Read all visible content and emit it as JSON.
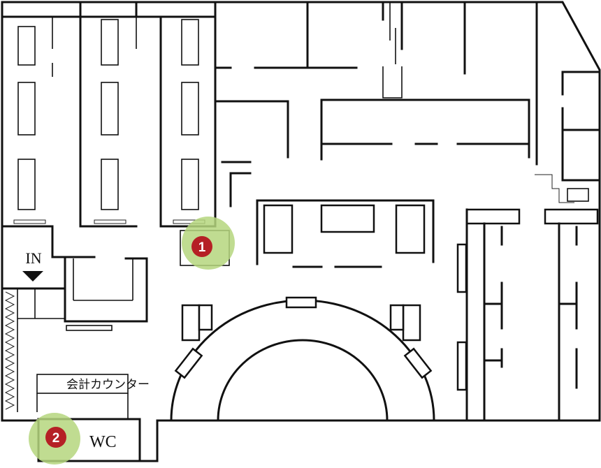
{
  "map": {
    "entrance_label": "IN",
    "counter_label": "会計カウンター",
    "restroom_label": "WC",
    "markers": [
      {
        "id": "marker-1",
        "number": "1"
      },
      {
        "id": "marker-2",
        "number": "2"
      }
    ],
    "colors": {
      "wall": "#111111",
      "marker_halo": "#b5d67e",
      "marker_dot": "#b52025",
      "background": "#ffffff"
    }
  }
}
